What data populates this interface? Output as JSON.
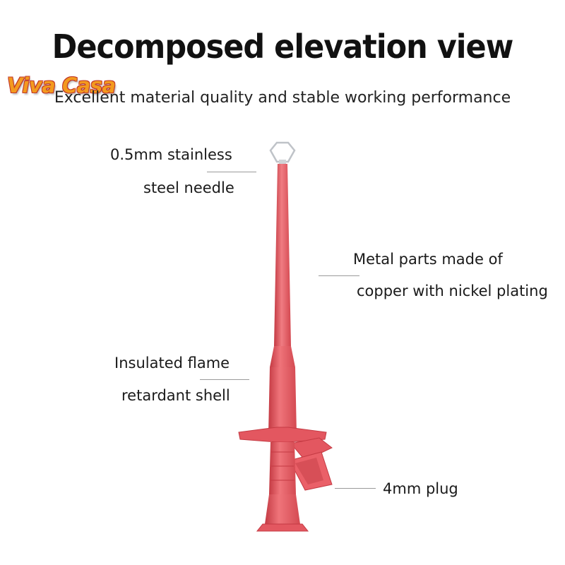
{
  "header": {
    "title": "Decomposed elevation view",
    "subtitle": "Excellent material quality and stable working performance"
  },
  "logo": {
    "text": "Viva Casa"
  },
  "callouts": {
    "needle": {
      "line1": "0.5mm stainless",
      "line2": "steel needle"
    },
    "metal": {
      "line1": "Metal parts made of",
      "line2": "copper with nickel plating"
    },
    "shell": {
      "line1": "Insulated flame",
      "line2": "retardant shell"
    },
    "plug": {
      "line1": "4mm plug"
    }
  },
  "colors": {
    "probe_red": "#e8525a",
    "probe_dark": "#c43a43",
    "probe_light": "#f07c82",
    "needle": "#bfc3c8",
    "leader": "#9a9a9a"
  }
}
